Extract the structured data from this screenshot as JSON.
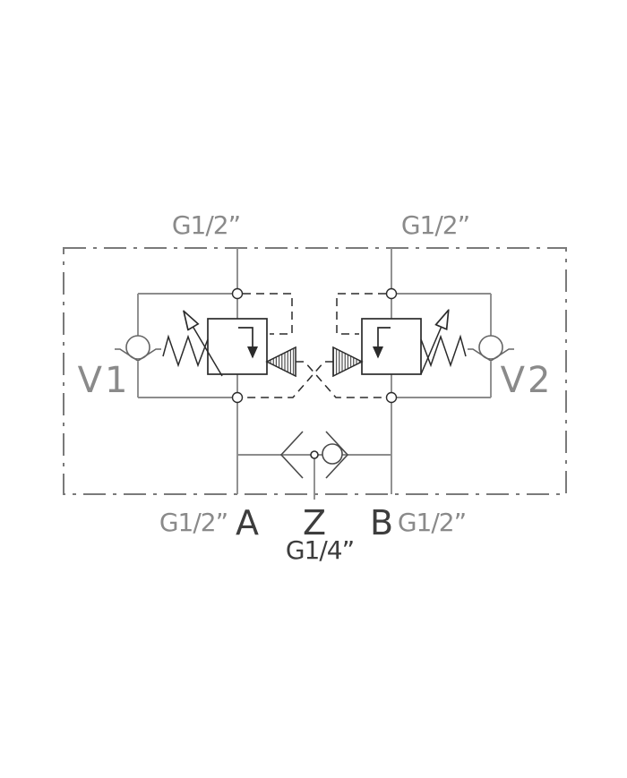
{
  "labels": {
    "port_top_left": "G1/2”",
    "port_top_right": "G1/2”",
    "valve_left": "V1",
    "valve_right": "V2",
    "port_bottom_left_size": "G1/2”",
    "port_a": "A",
    "port_z": "Z",
    "port_b": "B",
    "port_bottom_right_size": "G1/2”",
    "port_z_size": "G1/4”"
  },
  "colors": {
    "background": "#ffffff",
    "plumbing_line": "#8c8c8c",
    "boundary_line": "#7a7a7a",
    "symbol_line": "#2b2b2b",
    "check_valve_line": "#666666",
    "shuttle_line": "#4a4a4a",
    "text_gray": "#8a8a8a",
    "text_dark": "#3d3d3d"
  }
}
